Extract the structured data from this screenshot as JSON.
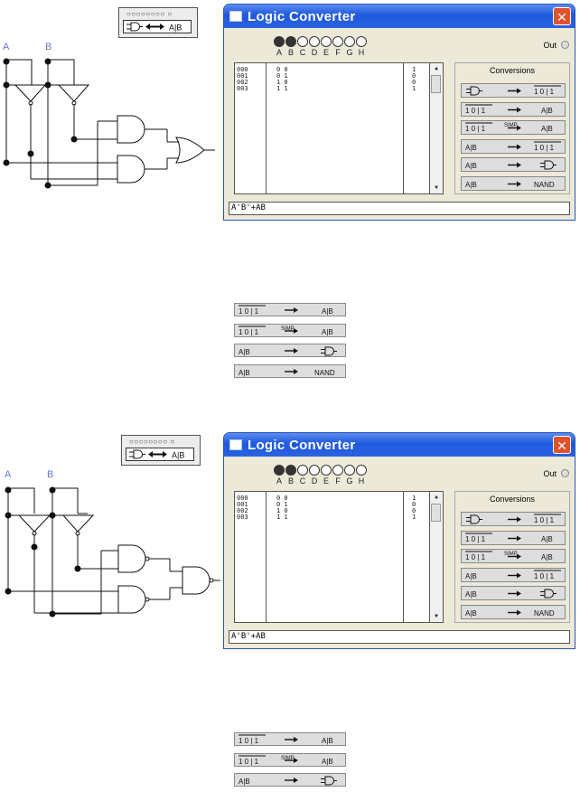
{
  "panels": [
    {
      "id": "top",
      "circuit": {
        "label_a": "A",
        "label_b": "B",
        "output_gate": "OR"
      },
      "converter_icon": {
        "dots": "○○○○○○○○ ○"
      },
      "window": {
        "title": "Logic Converter",
        "inputs": [
          "A",
          "B",
          "C",
          "D",
          "E",
          "F",
          "G",
          "H"
        ],
        "active_inputs": 2,
        "out_label": "Out",
        "truth_table": {
          "rows": [
            "000",
            "001",
            "002",
            "003"
          ],
          "ab": [
            "0 0",
            "0 1",
            "1 0",
            "1 1"
          ],
          "out": [
            "1",
            "0",
            "0",
            "1"
          ]
        },
        "conversions_title": "Conversions",
        "expression": "A'B'+AB"
      }
    },
    {
      "id": "bottom",
      "circuit": {
        "label_a": "A",
        "label_b": "B",
        "output_gate": "NAND"
      },
      "converter_icon": {
        "dots": "○○○○○○○○ ○"
      },
      "window": {
        "title": "Logic Converter",
        "inputs": [
          "A",
          "B",
          "C",
          "D",
          "E",
          "F",
          "G",
          "H"
        ],
        "active_inputs": 2,
        "out_label": "Out",
        "truth_table": {
          "rows": [
            "000",
            "001",
            "002",
            "003"
          ],
          "ab": [
            "0 0",
            "0 1",
            "1 0",
            "1 1"
          ],
          "out": [
            "1",
            "0",
            "0",
            "1"
          ]
        },
        "conversions_title": "Conversions",
        "expression": "A'B'+AB"
      }
    }
  ],
  "conversions": [
    {
      "from": "gate",
      "to": "table"
    },
    {
      "from": "table",
      "to": "ab"
    },
    {
      "from": "table",
      "to": "ab",
      "simp": true
    },
    {
      "from": "ab",
      "to": "table"
    },
    {
      "from": "ab",
      "to": "gate"
    },
    {
      "from": "ab",
      "to": "nand"
    }
  ],
  "labels": {
    "table": "1 0 | 1",
    "ab": "A|B",
    "nand": "NAND",
    "simp": "SIMP",
    "ab_short": "A|B"
  },
  "stacks": [
    {
      "id": "stack1",
      "items": [
        1,
        2,
        4,
        5
      ]
    },
    {
      "id": "stack2",
      "items": [
        1,
        2,
        4
      ]
    }
  ]
}
